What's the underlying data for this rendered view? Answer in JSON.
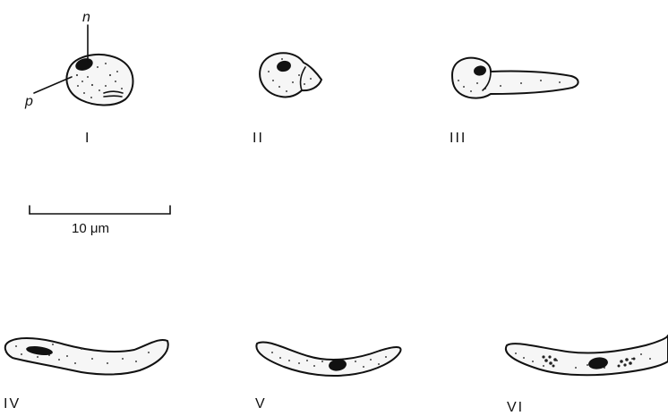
{
  "stages": [
    {
      "label": "I"
    },
    {
      "label": "II"
    },
    {
      "label": "III"
    },
    {
      "label": "IV"
    },
    {
      "label": "V"
    },
    {
      "label": "VI"
    }
  ],
  "annotations": {
    "n": "n",
    "p": "p"
  },
  "scale_bar": {
    "label": "10 μm"
  }
}
